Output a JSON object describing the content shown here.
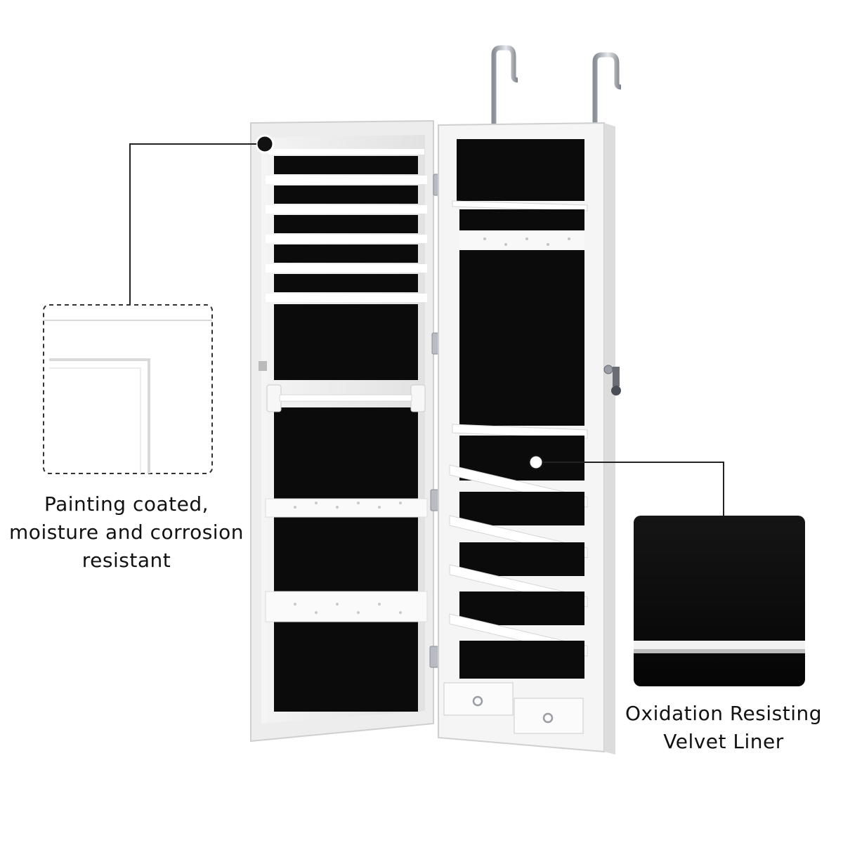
{
  "callouts": {
    "coating": {
      "lines": [
        "Painting coated,",
        "moisture and corrosion",
        "resistant"
      ]
    },
    "liner": {
      "lines": [
        "Oxidation Resisting",
        "Velvet Liner"
      ]
    }
  },
  "colors": {
    "cabinet": "#ffffff",
    "velvet": "#0b0b0b",
    "callout_line": "#222222"
  },
  "icons": [
    "hook-icon",
    "hinge-icon",
    "lock-icon",
    "key-icon",
    "drawer-knob-icon"
  ]
}
